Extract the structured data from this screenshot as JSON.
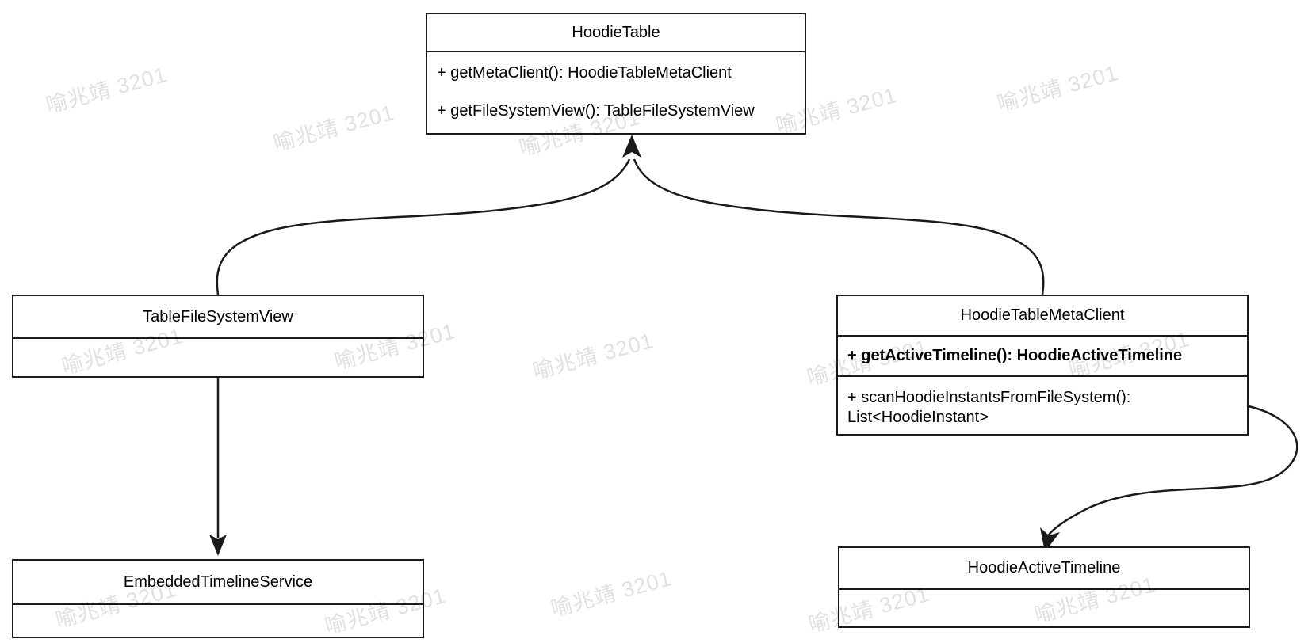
{
  "diagram": {
    "type": "uml-class-diagram",
    "classes": [
      {
        "name": "HoodieTable",
        "methods": [
          "+ getMetaClient(): HoodieTableMetaClient",
          "+ getFileSystemView(): TableFileSystemView"
        ]
      },
      {
        "name": "TableFileSystemView",
        "methods": []
      },
      {
        "name": "HoodieTableMetaClient",
        "methods": [
          "+ getActiveTimeline(): HoodieActiveTimeline",
          "+ scanHoodieInstantsFromFileSystem(): List<HoodieInstant>"
        ]
      },
      {
        "name": "EmbeddedTimelineService",
        "methods": []
      },
      {
        "name": "HoodieActiveTimeline",
        "methods": []
      }
    ],
    "relations": [
      {
        "from": "TableFileSystemView",
        "to": "HoodieTable",
        "style": "curved-arrow"
      },
      {
        "from": "HoodieTableMetaClient",
        "to": "HoodieTable",
        "style": "curved-arrow"
      },
      {
        "from": "TableFileSystemView",
        "to": "EmbeddedTimelineService",
        "style": "straight-arrow"
      },
      {
        "from": "HoodieTableMetaClient",
        "to": "HoodieActiveTimeline",
        "style": "s-curved-arrow"
      }
    ],
    "colors": {
      "line": "#1a1a1a",
      "background": "#ffffff",
      "watermark_text": "rgba(0,0,0,0.12)"
    }
  },
  "watermark": {
    "text": "喻兆靖 3201"
  }
}
